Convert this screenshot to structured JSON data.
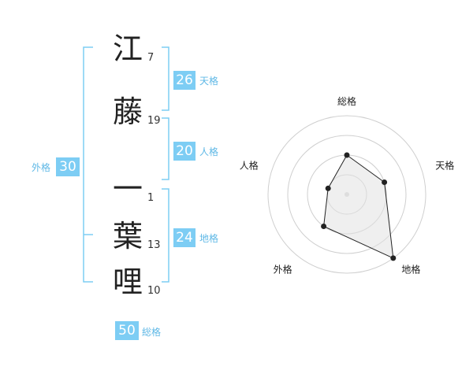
{
  "name": {
    "chars": [
      {
        "char": "江",
        "strokes": "7"
      },
      {
        "char": "藤",
        "strokes": "19"
      },
      {
        "char": "一",
        "strokes": "1"
      },
      {
        "char": "葉",
        "strokes": "13"
      },
      {
        "char": "哩",
        "strokes": "10"
      }
    ]
  },
  "kaku": {
    "tenkaku": {
      "value": "26",
      "label": "天格"
    },
    "jinkaku": {
      "value": "20",
      "label": "人格"
    },
    "chikaku": {
      "value": "24",
      "label": "地格"
    },
    "gaikaku": {
      "value": "30",
      "label": "外格"
    },
    "soukaku": {
      "value": "50",
      "label": "総格"
    }
  },
  "colors": {
    "accent": "#7dcdf4",
    "label": "#5fb8e6",
    "bracket": "#7dcdf4",
    "radar_fill": "#eeeeee"
  },
  "chart_data": {
    "type": "radar",
    "axes": [
      "総格",
      "天格",
      "地格",
      "外格",
      "人格"
    ],
    "values": [
      2,
      2,
      4,
      2,
      1
    ],
    "max": 4,
    "rings": 4
  }
}
